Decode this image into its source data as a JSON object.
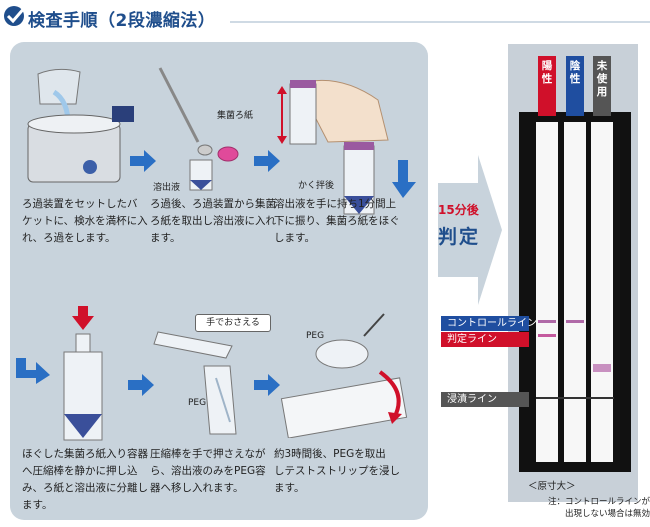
{
  "title": "検査手順（2段濃縮法）",
  "steps": [
    {
      "text": "ろ過装置をセットしたバ\nケットに、検水を満杯に入\nれ、ろ過をします。"
    },
    {
      "text": "ろ過後、ろ過装置から集菌\nろ紙を取出し溶出液に入れ\nます。"
    },
    {
      "text": "溶出液を手に持ち1分間上\n下に振り、集菌ろ紙をほぐ\nします。"
    },
    {
      "text": "ほぐした集菌ろ紙入り容器\nへ圧縮棒を静かに押し込\nみ、ろ紙と溶出液に分離し\nます。"
    },
    {
      "text": "圧縮棒を手で押さえなが\nら、溶出液のみをPEG容\n器へ移し入れます。"
    },
    {
      "text": "約3時間後、PEGを取出\nしテストストリップを浸し\nます。"
    }
  ],
  "labels": {
    "filter_paper": "集菌ろ紙",
    "eluate": "溶出液",
    "after_stirring": "かく拌後",
    "hold_by_hand": "手でおさえる",
    "peg_1": "PEG",
    "peg_2": "PEG"
  },
  "judgement": {
    "time": "15分後",
    "label": "判定"
  },
  "strip_tags": [
    {
      "chars": [
        "陽",
        "性"
      ],
      "color": "#d0102a"
    },
    {
      "chars": [
        "陰",
        "性"
      ],
      "color": "#1f4ea0"
    },
    {
      "chars": [
        "未",
        "使",
        "用"
      ],
      "color": "#555555"
    }
  ],
  "line_labels": {
    "control": "コントロールライン",
    "test": "判定ライン",
    "dip": "浸漬ライン"
  },
  "colors": {
    "control_label": "#1f4ea0",
    "test_label": "#d0102a",
    "dip_label": "#555555",
    "title": "#1f4e8c",
    "arrow_blue": "#2a6fc4"
  },
  "scale_note": "＜原寸大＞",
  "footnote": "注：コントロールラインが\n出現しない場合は無効"
}
